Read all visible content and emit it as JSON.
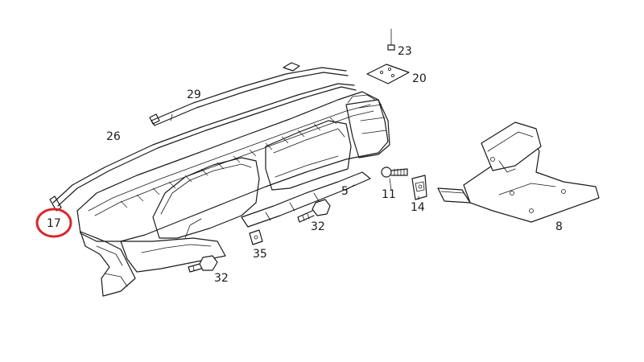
{
  "diagram": {
    "callouts": {
      "c17": "17",
      "c26": "26",
      "c29": "29",
      "c23": "23",
      "c20": "20",
      "c5": "5",
      "c11": "11",
      "c14": "14",
      "c8": "8",
      "c32a": "32",
      "c32b": "32",
      "c35": "35"
    },
    "highlighted_callout": "17",
    "highlight_color": "#d9262b",
    "line_color": "#1a1a1a",
    "background_color": "#ffffff"
  }
}
